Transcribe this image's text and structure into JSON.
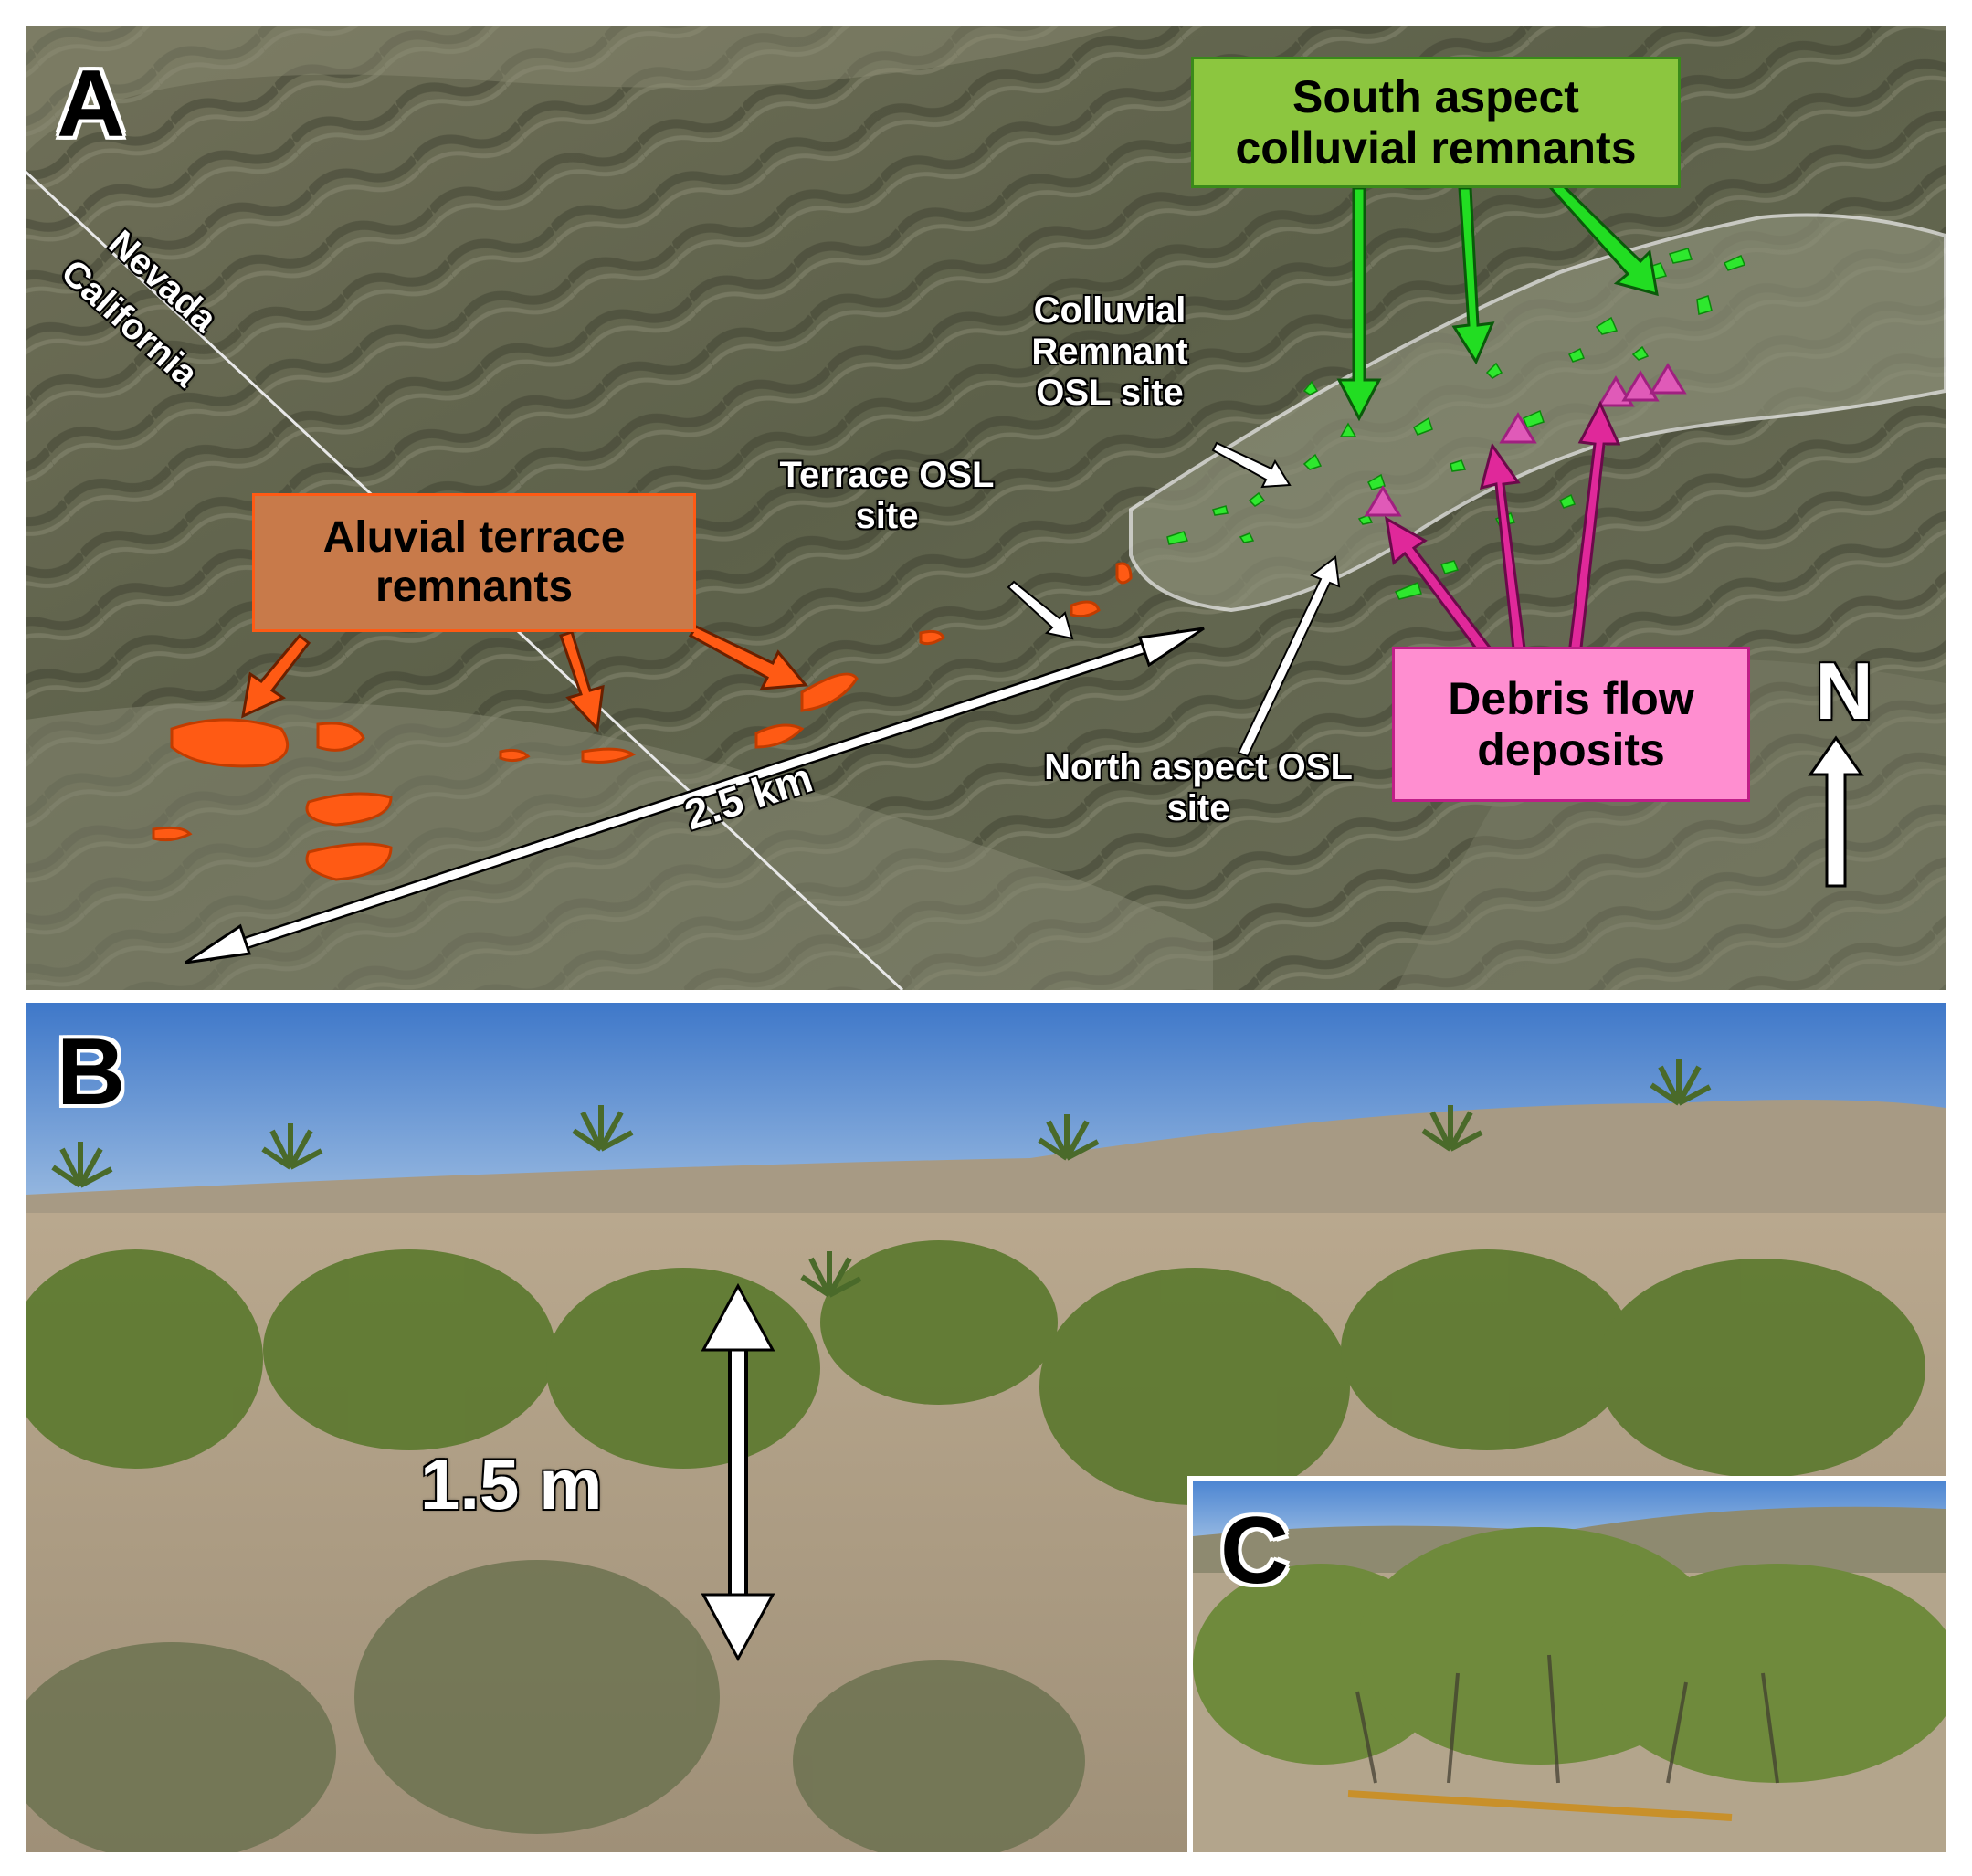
{
  "panels": {
    "a": {
      "letter": "A",
      "state_nevada": "Nevada",
      "state_california": "California",
      "south_aspect_label": "South aspect colluvial remnants",
      "aluvial_label": "Aluvial terrace remnants",
      "debris_label": "Debris flow deposits",
      "colluvial_osl_label": "Colluvial Remnant OSL site",
      "terrace_osl_label": "Terrace OSL site",
      "north_aspect_label": "North aspect OSL site",
      "scale_label": "2.5 km",
      "north_label": "N"
    },
    "b": {
      "letter": "B",
      "height_label": "1.5 m"
    },
    "c": {
      "letter": "C"
    }
  },
  "colors": {
    "south_aspect": "#8cc63f",
    "aluvial": "#c87a4a",
    "debris": "#ff8ed0",
    "aluvial_polygon": "#ff5a14",
    "debris_arrow": "#e0289a",
    "colluvial_arrow": "#22dd22"
  }
}
